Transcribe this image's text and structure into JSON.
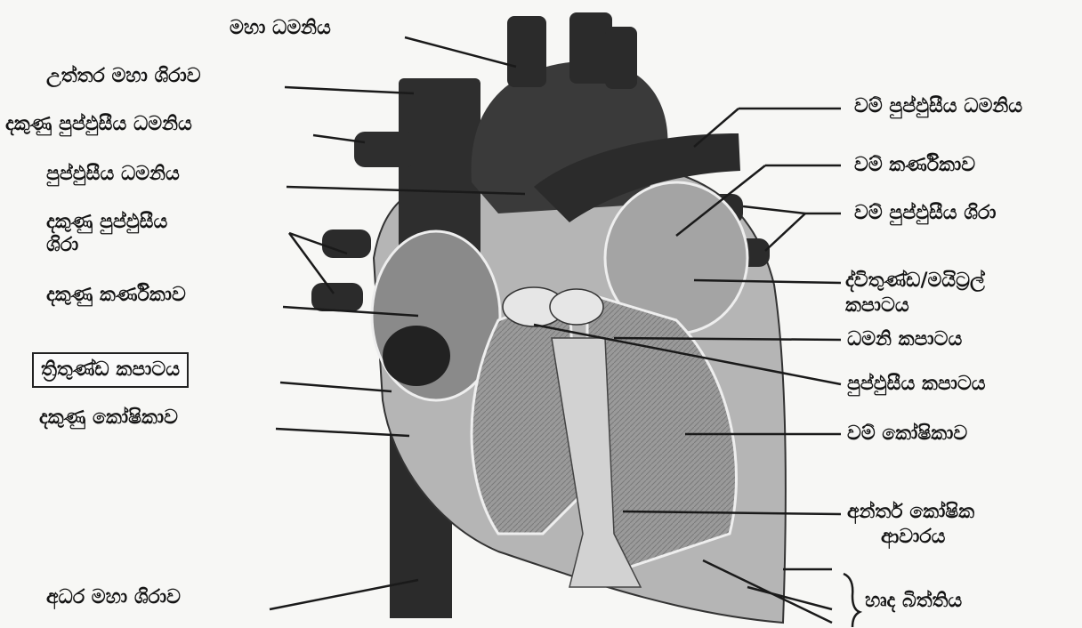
{
  "labels": {
    "aorta": "මහා ධමනිය",
    "superior_vena_cava": "උත්තර මහා ශිරාව",
    "right_pulmonary_artery": "දකුණු පුප්ඵුසීය ධමනිය",
    "pulmonary_artery": "පුප්ඵුසීය ධමනිය",
    "right_pulmonary_veins_1": "දකුණු පුප්ඵුසීය",
    "right_pulmonary_veins_2": "ශිරා",
    "right_atrium": "දකුණු කර්ණිකාව",
    "tricuspid_valve": "ත්‍රිතුණ්ඩ කපාටය",
    "right_ventricle": "දකුණු කෝෂිකාව",
    "inferior_vena_cava": "අධර මහා ශිරාව",
    "left_pulmonary_artery": "වම් පුප්ඵුසීය ධමනිය",
    "left_atrium": "වම් කර්ණිකාව",
    "left_pulmonary_veins": "වම් පුප්ඵුසීය ශිරා",
    "mitral_valve_1": "ද්විතුණ්ඩ/මයිට්‍රල්",
    "mitral_valve_2": "කපාටය",
    "aortic_valve": "ධමනි කපාටය",
    "pulmonary_valve": "පුප්ඵුසීය කපාටය",
    "left_ventricle": "වම් කෝෂිකාව",
    "septum_1": "අන්තර් කෝෂික",
    "septum_2": "ආවාරය",
    "heart_wall": "හෘද බිත්තිය"
  },
  "colors": {
    "ink": "#141414",
    "vessel": "#2b2b2b",
    "chamber": "#8a8a8a",
    "wall": "#b5b5b5"
  }
}
